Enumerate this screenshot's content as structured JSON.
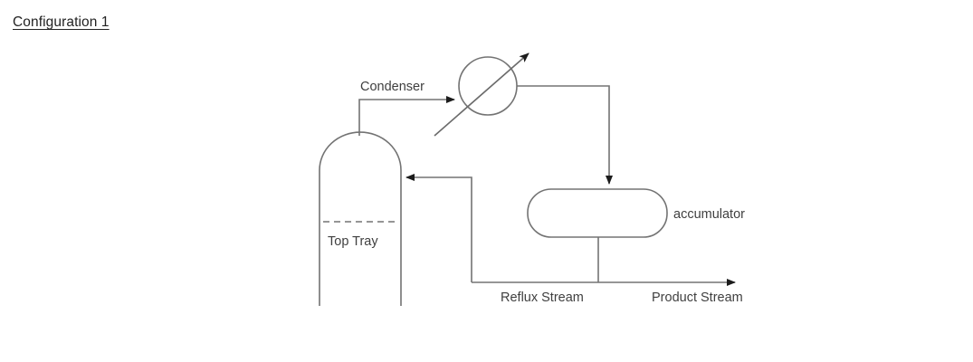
{
  "page": {
    "title": "Configuration 1"
  },
  "diagram": {
    "type": "process-flow-diagram",
    "stroke_color": "#737373",
    "text_color": "#3f3f3f",
    "equipment": [
      {
        "id": "column",
        "label": "Top Tray",
        "shape": "dome-top-column"
      },
      {
        "id": "condenser",
        "label": "Condenser",
        "shape": "circle-with-diagonal"
      },
      {
        "id": "accumulator",
        "label": "accumulator",
        "shape": "rounded-rectangle"
      }
    ],
    "streams": [
      {
        "id": "reflux",
        "label": "Reflux Stream"
      },
      {
        "id": "product",
        "label": "Product Stream"
      }
    ],
    "labels": {
      "condenser": "Condenser",
      "top_tray": "Top Tray",
      "accumulator": "accumulator",
      "reflux_stream": "Reflux Stream",
      "product_stream": "Product Stream"
    }
  }
}
